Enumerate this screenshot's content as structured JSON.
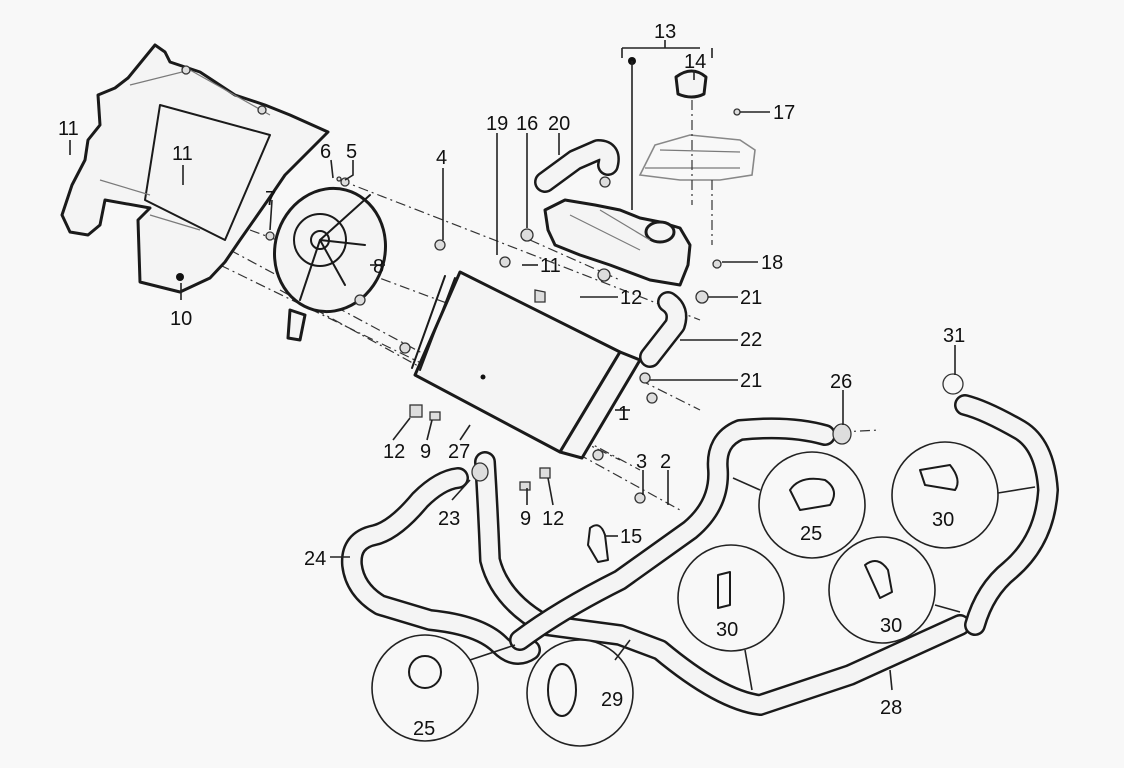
{
  "diagram": {
    "type": "exploded-parts-diagram",
    "subject": "radiator / cooling system",
    "background": "#f8f8f8",
    "line_color": "#1a1a1a",
    "labels": [
      {
        "id": "1",
        "text": "1"
      },
      {
        "id": "2",
        "text": "2"
      },
      {
        "id": "3",
        "text": "3"
      },
      {
        "id": "4",
        "text": "4"
      },
      {
        "id": "5",
        "text": "5"
      },
      {
        "id": "6",
        "text": "6"
      },
      {
        "id": "7",
        "text": "7"
      },
      {
        "id": "8",
        "text": "8"
      },
      {
        "id": "9a",
        "text": "9"
      },
      {
        "id": "9b",
        "text": "9"
      },
      {
        "id": "10",
        "text": "10"
      },
      {
        "id": "11a",
        "text": "11"
      },
      {
        "id": "11b",
        "text": "11"
      },
      {
        "id": "11c",
        "text": "11"
      },
      {
        "id": "12a",
        "text": "12"
      },
      {
        "id": "12b",
        "text": "12"
      },
      {
        "id": "12c",
        "text": "12"
      },
      {
        "id": "13",
        "text": "13"
      },
      {
        "id": "14",
        "text": "14"
      },
      {
        "id": "15",
        "text": "15"
      },
      {
        "id": "16",
        "text": "16"
      },
      {
        "id": "17",
        "text": "17"
      },
      {
        "id": "18",
        "text": "18"
      },
      {
        "id": "19",
        "text": "19"
      },
      {
        "id": "20",
        "text": "20"
      },
      {
        "id": "21a",
        "text": "21"
      },
      {
        "id": "21b",
        "text": "21"
      },
      {
        "id": "22",
        "text": "22"
      },
      {
        "id": "23",
        "text": "23"
      },
      {
        "id": "24",
        "text": "24"
      },
      {
        "id": "25a",
        "text": "25"
      },
      {
        "id": "25b",
        "text": "25"
      },
      {
        "id": "26",
        "text": "26"
      },
      {
        "id": "27",
        "text": "27"
      },
      {
        "id": "28",
        "text": "28"
      },
      {
        "id": "29",
        "text": "29"
      },
      {
        "id": "30a",
        "text": "30"
      },
      {
        "id": "30b",
        "text": "30"
      },
      {
        "id": "30c",
        "text": "30"
      },
      {
        "id": "31",
        "text": "31"
      }
    ],
    "parts": [
      {
        "name": "radiator-shroud-bracket",
        "ref": "10"
      },
      {
        "name": "cooling-fan",
        "ref": "8"
      },
      {
        "name": "radiator",
        "ref": "1"
      },
      {
        "name": "expansion-tank",
        "ref": "13"
      },
      {
        "name": "expansion-tank-cap",
        "ref": "14"
      },
      {
        "name": "expansion-tank-cover",
        "ref": "17"
      },
      {
        "name": "breather-hose",
        "ref": "20"
      },
      {
        "name": "tank-to-radiator-hose",
        "ref": "22"
      },
      {
        "name": "radiator-outlet-hose",
        "ref": "23"
      },
      {
        "name": "lower-hose",
        "ref": "24"
      },
      {
        "name": "long-return-hose",
        "ref": "28"
      },
      {
        "name": "hose-clamp",
        "ref": "25"
      },
      {
        "name": "hose-clip",
        "ref": "30"
      },
      {
        "name": "cable-strap",
        "ref": "29"
      },
      {
        "name": "hose-retainer",
        "ref": "15"
      },
      {
        "name": "thermostat-clamp",
        "ref": "26"
      },
      {
        "name": "upper-hose-clamp",
        "ref": "31"
      }
    ]
  }
}
